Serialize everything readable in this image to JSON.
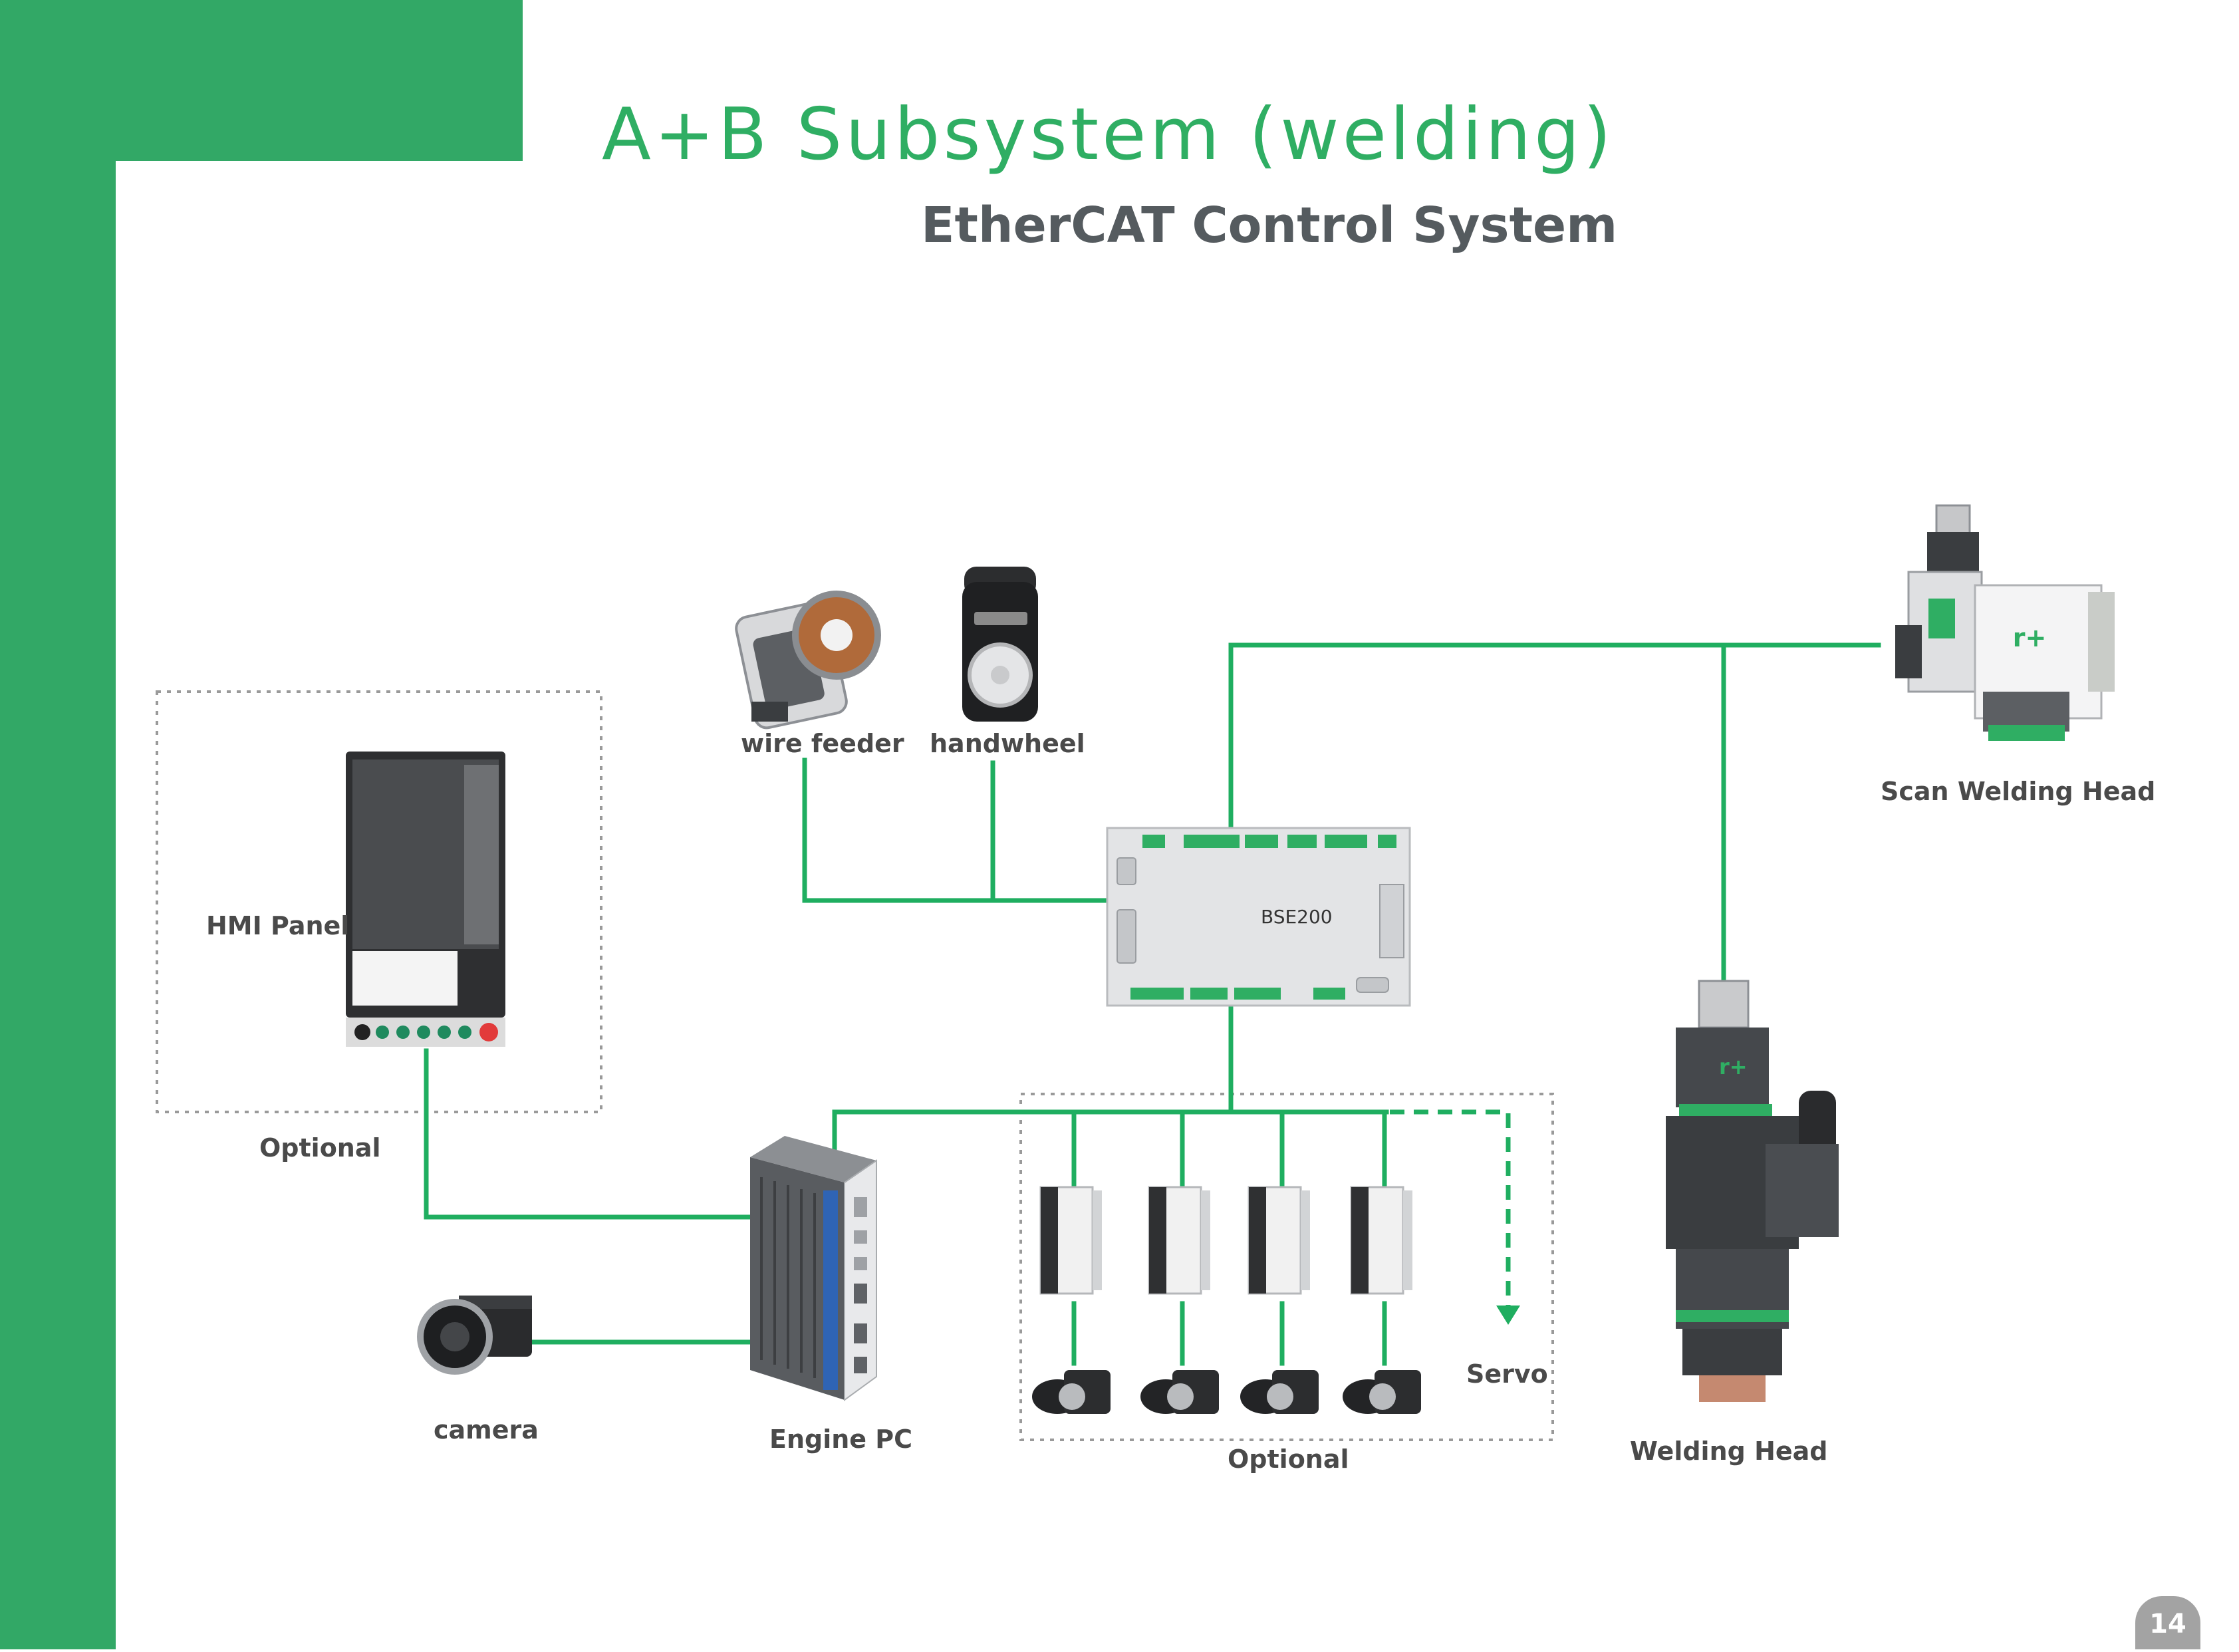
{
  "header": {
    "title": "A+B Subsystem (welding)",
    "subtitle": "EtherCAT Control System"
  },
  "labels": {
    "wire_feeder": "wire feeder",
    "handwheel": "handwheel",
    "scan_welding_head": "Scan Welding Head",
    "hmi_panel": "HMI Panel",
    "optional_hmi": "Optional",
    "controller_model": "BSE200",
    "camera": "camera",
    "engine_pc": "Engine PC",
    "servo": "Servo",
    "optional_servo": "Optional",
    "welding_head": "Welding Head"
  },
  "footer": {
    "page_number": "14"
  },
  "colors": {
    "brand_green": "#32a866",
    "line_green": "#1fae60",
    "text_gray": "#4a4a4a",
    "subtitle_gray": "#555b5f",
    "device_dark": "#3a3d40",
    "device_light": "#d9dadc"
  },
  "icons": [
    "wire-feeder-icon",
    "handwheel-icon",
    "scan-welding-head-icon",
    "hmi-panel-icon",
    "bse200-controller-icon",
    "engine-pc-icon",
    "camera-icon",
    "servo-drive-icon",
    "servo-motor-icon",
    "welding-head-icon"
  ]
}
